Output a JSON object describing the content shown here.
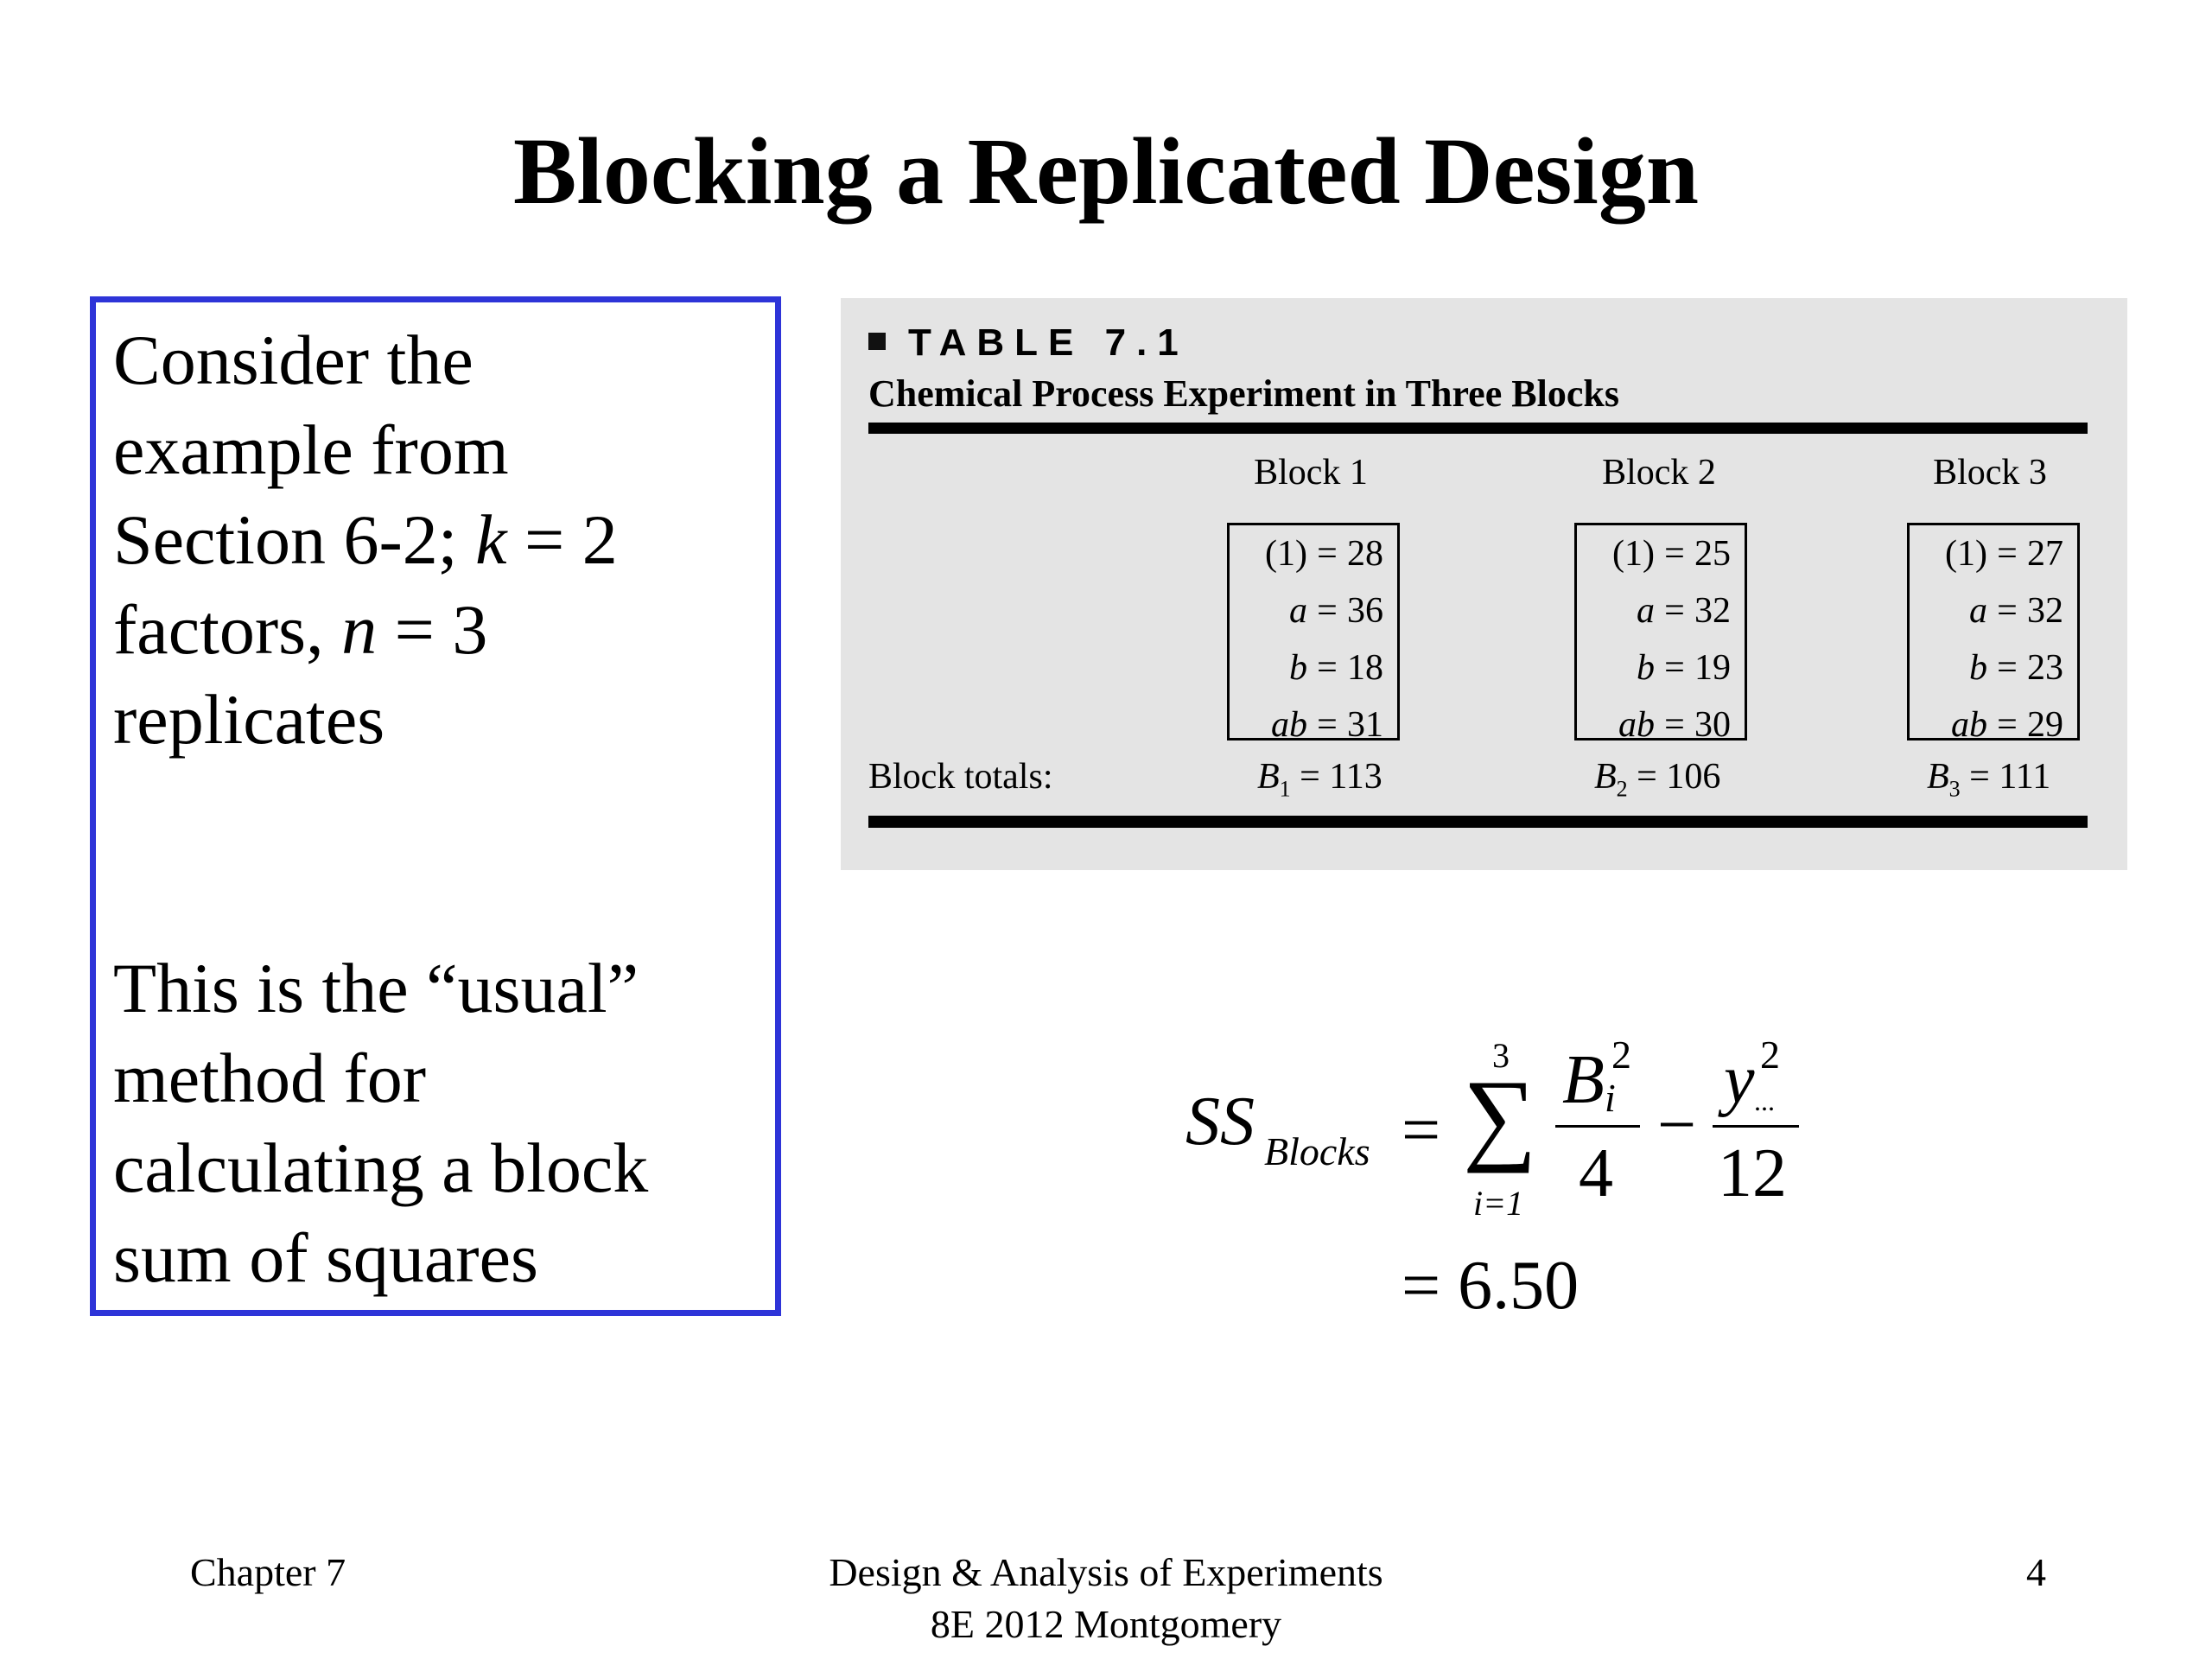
{
  "slide": {
    "title": "Blocking a Replicated Design"
  },
  "left_box": {
    "paragraph1": {
      "line1": "Consider the",
      "line2": "example from",
      "line3_pre": "Section 6-2; ",
      "line3_k": "k",
      "line3_post": " = 2",
      "line4_pre": "factors, ",
      "line4_n": "n",
      "line4_post": " = 3",
      "line5": "replicates"
    },
    "paragraph2": {
      "line1": "This is the “usual”",
      "line2": "method for",
      "line3": "calculating a block",
      "line4": "sum of squares"
    }
  },
  "table": {
    "label": "TABLE 7.1",
    "caption": "Chemical Process Experiment in Three Blocks",
    "blocks": [
      {
        "header": "Block 1",
        "rows": [
          {
            "name": "(1)",
            "italic": false,
            "value": "28"
          },
          {
            "name": "a",
            "italic": true,
            "value": "36"
          },
          {
            "name": "b",
            "italic": true,
            "value": "18"
          },
          {
            "name": "ab",
            "italic": true,
            "value": "31"
          }
        ],
        "total_symbol": "B",
        "total_sub": "1",
        "total_value": "113"
      },
      {
        "header": "Block 2",
        "rows": [
          {
            "name": "(1)",
            "italic": false,
            "value": "25"
          },
          {
            "name": "a",
            "italic": true,
            "value": "32"
          },
          {
            "name": "b",
            "italic": true,
            "value": "19"
          },
          {
            "name": "ab",
            "italic": true,
            "value": "30"
          }
        ],
        "total_symbol": "B",
        "total_sub": "2",
        "total_value": "106"
      },
      {
        "header": "Block 3",
        "rows": [
          {
            "name": "(1)",
            "italic": false,
            "value": "27"
          },
          {
            "name": "a",
            "italic": true,
            "value": "32"
          },
          {
            "name": "b",
            "italic": true,
            "value": "23"
          },
          {
            "name": "ab",
            "italic": true,
            "value": "29"
          }
        ],
        "total_symbol": "B",
        "total_sub": "3",
        "total_value": "111"
      }
    ],
    "totals_label": "Block totals:",
    "equals_sign": "="
  },
  "formula": {
    "lhs": "SS",
    "lhs_sub": "Blocks",
    "equals": "=",
    "sum_upper": "3",
    "sum_symbol": "∑",
    "sum_lower": "i=1",
    "frac1_num": "B",
    "frac1_num_sup": "2",
    "frac1_num_sub": "i",
    "frac1_den": "4",
    "minus": "−",
    "frac2_num": "y",
    "frac2_num_sup": "2",
    "frac2_num_sub": "...",
    "frac2_den": "12",
    "result": "= 6.50"
  },
  "footer": {
    "left": "Chapter 7",
    "center_line1": "Design & Analysis of Experiments",
    "center_line2": "8E 2012 Montgomery",
    "right": "4"
  }
}
